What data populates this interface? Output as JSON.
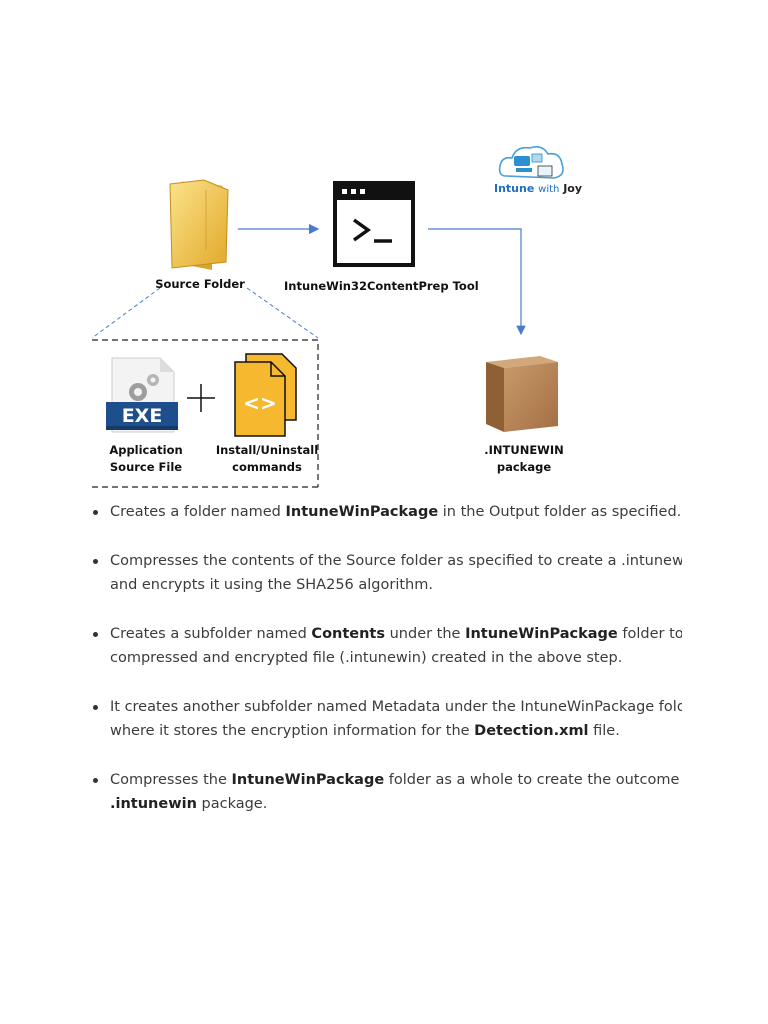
{
  "diagram": {
    "source_folder_label": "Source Folder",
    "tool_label": "IntuneWin32ContentPrep Tool",
    "app_source_label": [
      "Application",
      "Source File"
    ],
    "install_label": [
      "Install/Uninstall",
      "commands"
    ],
    "package_label": [
      ".INTUNEWIN",
      "package"
    ],
    "exe_badge": "EXE",
    "code_glyph": "<>",
    "logo": {
      "word1": "Intune",
      "word2": "with",
      "word3": "Joy"
    },
    "icons": [
      "folder-icon",
      "terminal-icon",
      "exe-file-icon",
      "plus-icon",
      "script-file-icon",
      "package-box-icon",
      "logo-icon"
    ],
    "colors": {
      "arrow": "#4a7bd0",
      "folder": "#f2c94c",
      "script": "#f5b82e",
      "box": "#b07a4a",
      "exe": "#1f4e8c"
    }
  },
  "bullets": [
    [
      {
        "t": "Creates a folder named "
      },
      {
        "t": "IntuneWinPackage",
        "b": true
      },
      {
        "t": " in the Output folder as specified."
      }
    ],
    [
      {
        "t": "Compresses the contents of the Source folder as specified to create a .intunewin f"
      },
      {
        "br": true
      },
      {
        "t": "and encrypts it using the SHA256 algorithm."
      }
    ],
    [
      {
        "t": "Creates a subfolder named "
      },
      {
        "t": "Contents",
        "b": true
      },
      {
        "t": " under the "
      },
      {
        "t": "IntuneWinPackage",
        "b": true
      },
      {
        "t": " folder to sto"
      },
      {
        "br": true
      },
      {
        "t": "compressed and encrypted file (.intunewin) created in the above step."
      }
    ],
    [
      {
        "t": "It creates another subfolder named Metadata under the IntuneWinPackage folder"
      },
      {
        "br": true
      },
      {
        "t": "where it stores the encryption information for the "
      },
      {
        "t": "Detection.xml",
        "b": true
      },
      {
        "t": " file."
      }
    ],
    [
      {
        "t": "Compresses the "
      },
      {
        "t": "IntuneWinPackage",
        "b": true
      },
      {
        "t": " folder as a whole to create the outcome as a"
      },
      {
        "br": true
      },
      {
        "t": ".intunewin",
        "b": true
      },
      {
        "t": " package."
      }
    ]
  ]
}
